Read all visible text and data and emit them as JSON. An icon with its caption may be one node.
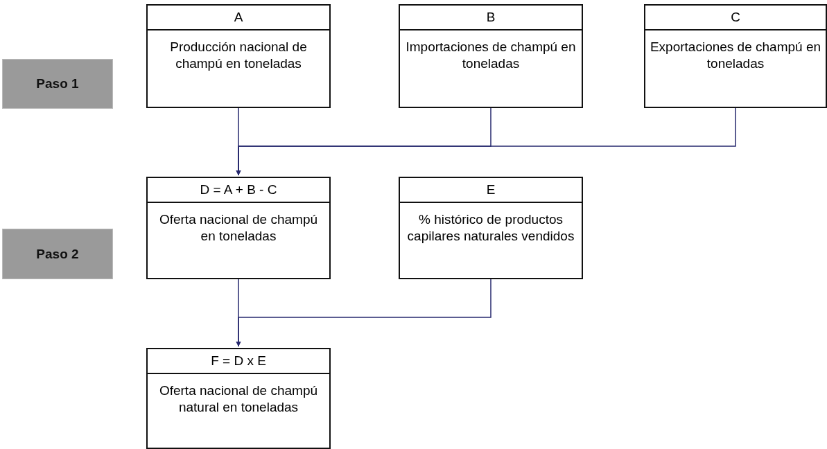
{
  "diagram": {
    "nodes": [
      {
        "text": [
          "Paso 1"
        ]
      },
      {
        "text": [
          "A",
          "Producción nacional de champú en toneladas"
        ]
      },
      {
        "text": [
          "B",
          "Importaciones de champú en toneladas"
        ]
      },
      {
        "text": [
          "C",
          "Exportaciones de champú en toneladas"
        ]
      },
      {
        "text": [
          "Paso 2"
        ]
      },
      {
        "text": [
          "D = A + B - C",
          "Oferta nacional de champú en toneladas"
        ]
      },
      {
        "text": [
          "E",
          "%  histórico de productos capilares naturales vendidos"
        ]
      },
      {
        "text": [
          "F = D x E",
          "Oferta nacional de champú natural en toneladas"
        ]
      }
    ],
    "edges": [
      {
        "from": 1,
        "to": 5,
        "arrow": "to"
      },
      {
        "from": 2,
        "to": 5,
        "arrow": "to"
      },
      {
        "from": 3,
        "to": 5,
        "arrow": "to"
      },
      {
        "from": 5,
        "to": 7,
        "arrow": "to"
      },
      {
        "from": 6,
        "to": 7,
        "arrow": "to"
      }
    ]
  }
}
